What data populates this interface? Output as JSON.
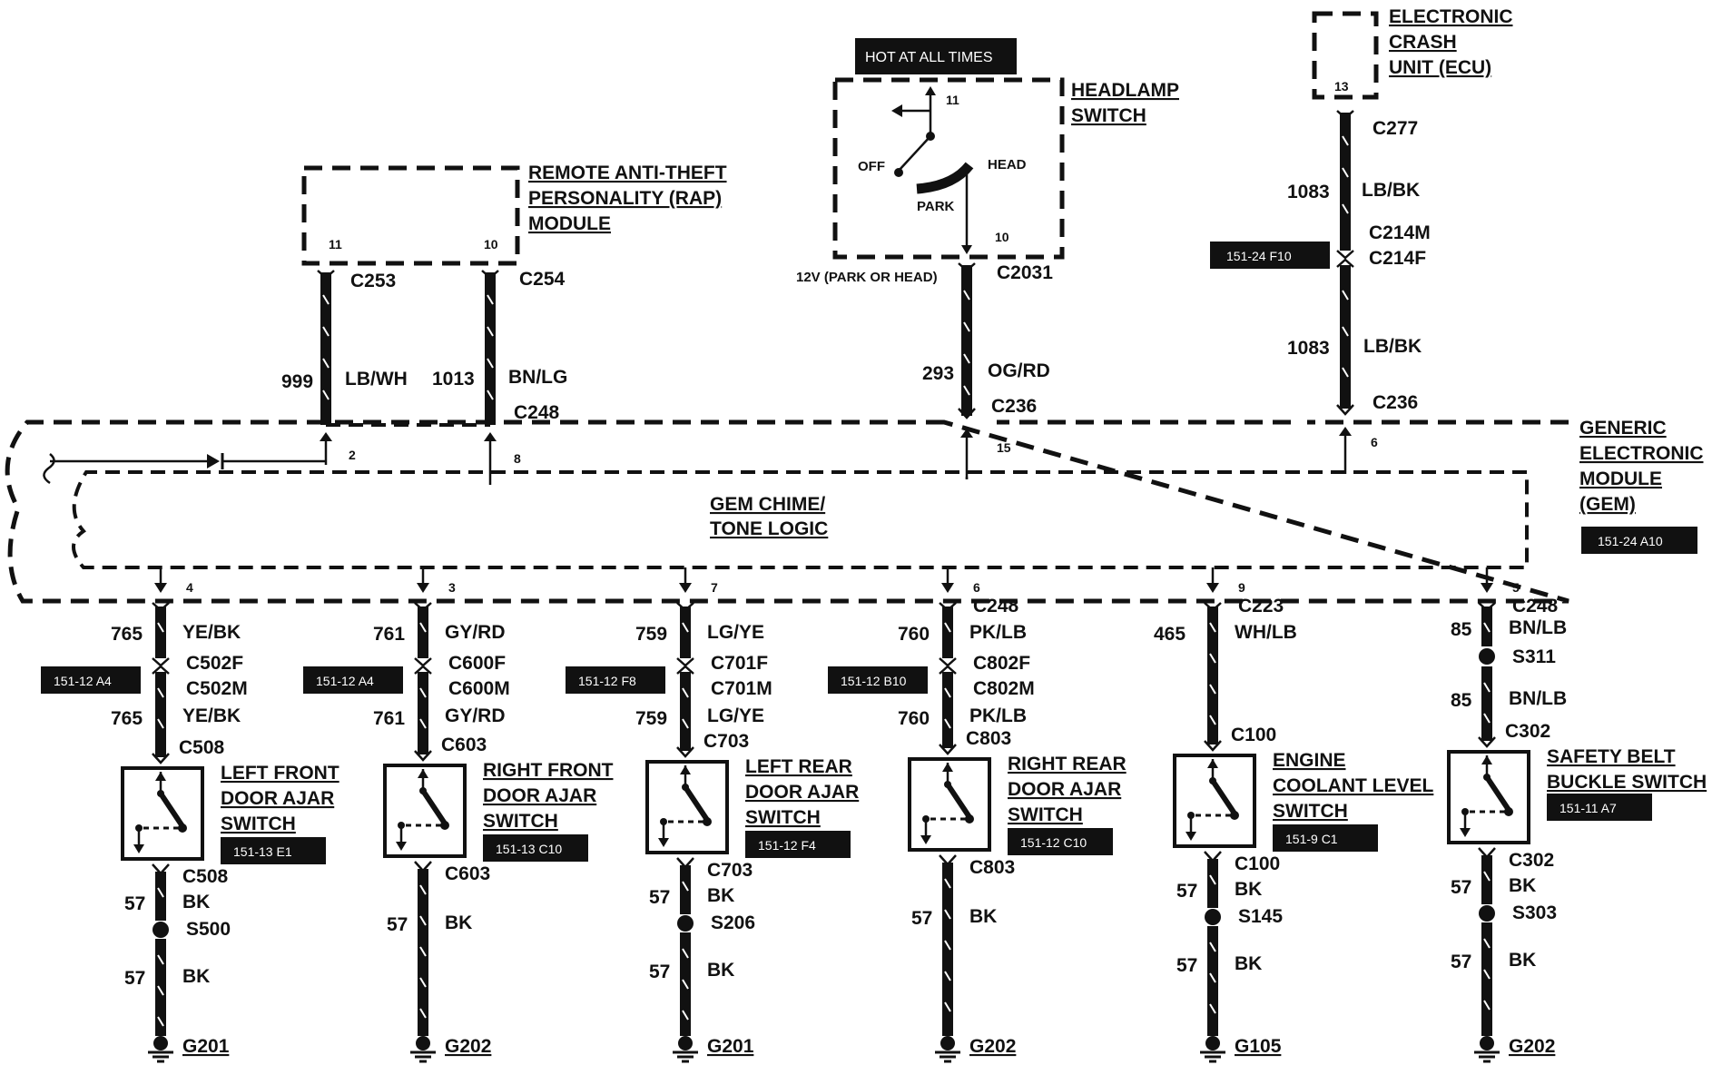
{
  "modules": {
    "rap": {
      "title_1": "REMOTE ANTI-THEFT",
      "title_2": "PERSONALITY (RAP)",
      "title_3": "MODULE",
      "pin_a": "11",
      "pin_b": "10"
    },
    "headlamp": {
      "title_1": "HEADLAMP",
      "title_2": "SWITCH",
      "hot_label": "HOT AT ALL TIMES",
      "off": "OFF",
      "head": "HEAD",
      "park": "PARK",
      "pin_in": "11",
      "pin_out": "10",
      "out_label": "12V (PARK OR HEAD)"
    },
    "ecu": {
      "title_1": "ELECTRONIC",
      "title_2": "CRASH",
      "title_3": "UNIT (ECU)",
      "pin": "13"
    },
    "gem": {
      "title_1": "GENERIC",
      "title_2": "ELECTRONIC",
      "title_3": "MODULE",
      "title_4": "(GEM)",
      "ref": "151-24 A10",
      "logic_1": "GEM CHIME/",
      "logic_2": "TONE LOGIC"
    }
  },
  "top_wires": {
    "rap_a": {
      "conn": "C253",
      "circuit": "999",
      "color": "LB/WH",
      "gem_pin": "2"
    },
    "rap_b": {
      "conn": "C254",
      "circuit": "1013",
      "color": "BN/LG",
      "gem_conn": "C248",
      "gem_pin": "8"
    },
    "headlamp": {
      "conn": "C2031",
      "circuit": "293",
      "color": "OG/RD",
      "gem_conn": "C236",
      "gem_pin": "15"
    },
    "ecu": {
      "conn": "C277",
      "circuit_1": "1083",
      "color_1": "LB/BK",
      "mid_m": "C214M",
      "mid_f": "C214F",
      "ref": "151-24 F10",
      "circuit_2": "1083",
      "color_2": "LB/BK",
      "gem_conn": "C236",
      "gem_pin": "6"
    }
  },
  "branches": [
    {
      "pin": "4",
      "circuit": "765",
      "color": "YE/BK",
      "conn_f": "C502F",
      "conn_m": "C502M",
      "ref": "151-12 A4",
      "circuit_2": "765",
      "color_2": "YE/BK",
      "sw_conn": "C508",
      "sw_1": "LEFT FRONT",
      "sw_2": "DOOR AJAR",
      "sw_3": "SWITCH",
      "sw_ref": "151-13 E1",
      "gnd_conn": "C508",
      "gnd_circuit": "57",
      "gnd_color": "BK",
      "splice": "S500",
      "gnd_circuit_2": "57",
      "gnd_color_2": "BK",
      "ground": "G201"
    },
    {
      "pin": "3",
      "circuit": "761",
      "color": "GY/RD",
      "conn_f": "C600F",
      "conn_m": "C600M",
      "ref": "151-12 A4",
      "circuit_2": "761",
      "color_2": "GY/RD",
      "sw_conn": "C603",
      "sw_1": "RIGHT FRONT",
      "sw_2": "DOOR AJAR",
      "sw_3": "SWITCH",
      "sw_ref": "151-13 C10",
      "gnd_conn": "C603",
      "gnd_circuit": "57",
      "gnd_color": "BK",
      "splice": "",
      "gnd_circuit_2": "",
      "gnd_color_2": "",
      "ground": "G202"
    },
    {
      "pin": "7",
      "circuit": "759",
      "color": "LG/YE",
      "conn_f": "C701F",
      "conn_m": "C701M",
      "ref": "151-12 F8",
      "circuit_2": "759",
      "color_2": "LG/YE",
      "sw_conn": "C703",
      "sw_1": "LEFT REAR",
      "sw_2": "DOOR AJAR",
      "sw_3": "SWITCH",
      "sw_ref": "151-12 F4",
      "gnd_conn": "C703",
      "gnd_circuit": "57",
      "gnd_color": "BK",
      "splice": "S206",
      "gnd_circuit_2": "57",
      "gnd_color_2": "BK",
      "ground": "G201"
    },
    {
      "pin": "6",
      "top_conn": "C248",
      "circuit": "760",
      "color": "PK/LB",
      "conn_f": "C802F",
      "conn_m": "C802M",
      "ref": "151-12 B10",
      "circuit_2": "760",
      "color_2": "PK/LB",
      "sw_conn": "C803",
      "sw_1": "RIGHT REAR",
      "sw_2": "DOOR AJAR",
      "sw_3": "SWITCH",
      "sw_ref": "151-12 C10",
      "gnd_conn": "C803",
      "gnd_circuit": "57",
      "gnd_color": "BK",
      "splice": "",
      "gnd_circuit_2": "",
      "gnd_color_2": "",
      "ground": "G202"
    },
    {
      "pin": "9",
      "top_conn": "C223",
      "circuit": "465",
      "color": "WH/LB",
      "sw_conn": "C100",
      "sw_1": "ENGINE",
      "sw_2": "COOLANT LEVEL",
      "sw_3": "SWITCH",
      "sw_ref": "151-9 C1",
      "gnd_conn": "C100",
      "gnd_circuit": "57",
      "gnd_color": "BK",
      "splice": "S145",
      "gnd_circuit_2": "57",
      "gnd_color_2": "BK",
      "ground": "G105"
    },
    {
      "pin": "5",
      "top_conn": "C248",
      "circuit": "85",
      "color": "BN/LB",
      "mid_splice": "S311",
      "circuit_2": "85",
      "color_2": "BN/LB",
      "sw_conn": "C302",
      "sw_1": "SAFETY BELT",
      "sw_2": "BUCKLE SWITCH",
      "sw_3": "",
      "sw_ref": "151-11 A7",
      "gnd_conn": "C302",
      "gnd_circuit": "57",
      "gnd_color": "BK",
      "splice": "S303",
      "gnd_circuit_2": "57",
      "gnd_color_2": "BK",
      "ground": "G202"
    }
  ]
}
